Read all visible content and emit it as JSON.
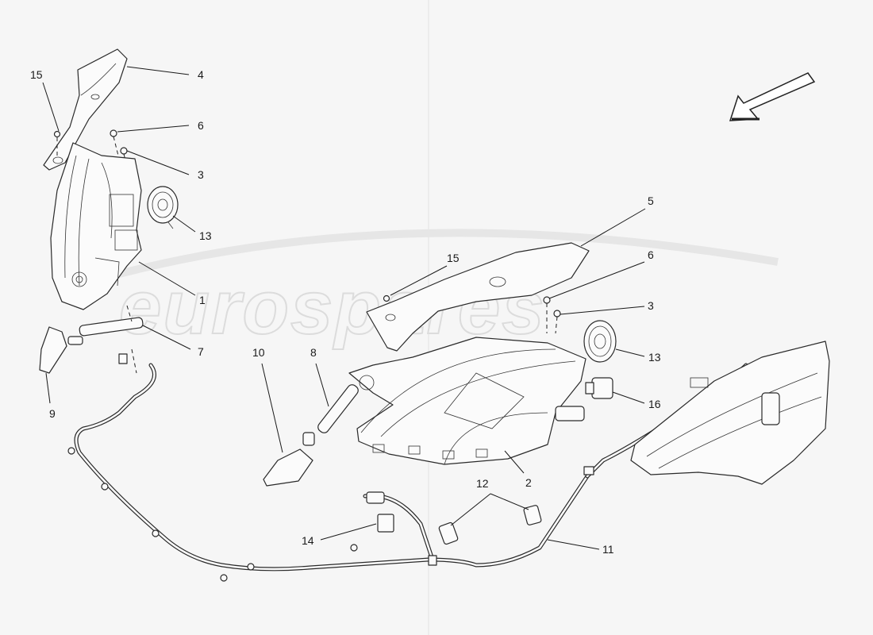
{
  "watermark": {
    "text": "eurospares"
  },
  "callouts": {
    "c1": "1",
    "c2": "2",
    "c3a": "3",
    "c3b": "3",
    "c4": "4",
    "c5": "5",
    "c6a": "6",
    "c6b": "6",
    "c7": "7",
    "c8": "8",
    "c9": "9",
    "c10": "10",
    "c11": "11",
    "c12": "12",
    "c13a": "13",
    "c13b": "13",
    "c14": "14",
    "c15a": "15",
    "c15b": "15",
    "c16": "16"
  }
}
